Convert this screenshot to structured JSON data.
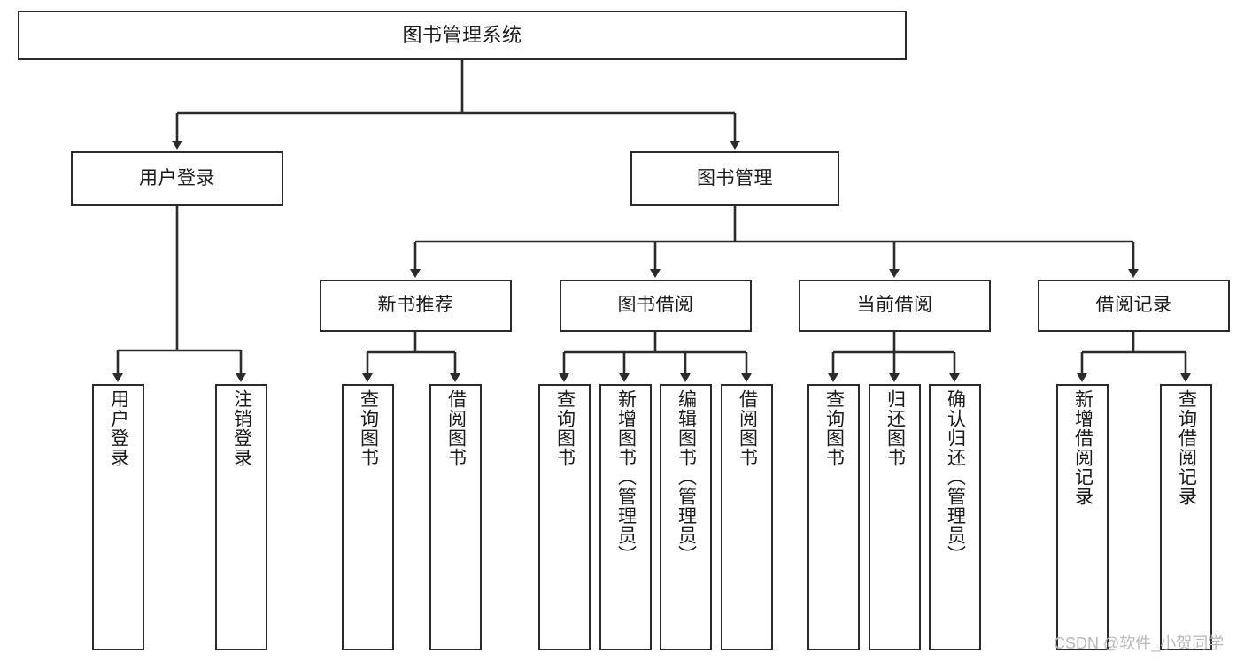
{
  "diagram": {
    "title_node": {
      "label": "图书管理系统"
    },
    "level1": [
      {
        "label": "用户登录"
      },
      {
        "label": "图书管理"
      }
    ],
    "level2": [
      {
        "label": "新书推荐"
      },
      {
        "label": "图书借阅"
      },
      {
        "label": "当前借阅"
      },
      {
        "label": "借阅记录"
      }
    ],
    "leaves": [
      {
        "label": "用户登录"
      },
      {
        "label": "注销登录"
      },
      {
        "label": "查询图书"
      },
      {
        "label": "借阅图书"
      },
      {
        "label": "查询图书"
      },
      {
        "label": "新增图书（管理员）"
      },
      {
        "label": "编辑图书（管理员）"
      },
      {
        "label": "借阅图书"
      },
      {
        "label": "查询图书"
      },
      {
        "label": "归还图书"
      },
      {
        "label": "确认归还（管理员）"
      },
      {
        "label": "新增借阅记录"
      },
      {
        "label": "查询借阅记录"
      }
    ],
    "watermark": "CSDN @软件_小贺同学",
    "colors": {
      "stroke": "#2b2b2b",
      "fill": "#ffffff",
      "text": "#1a1a1a",
      "watermark": "#b9b9b9"
    }
  }
}
